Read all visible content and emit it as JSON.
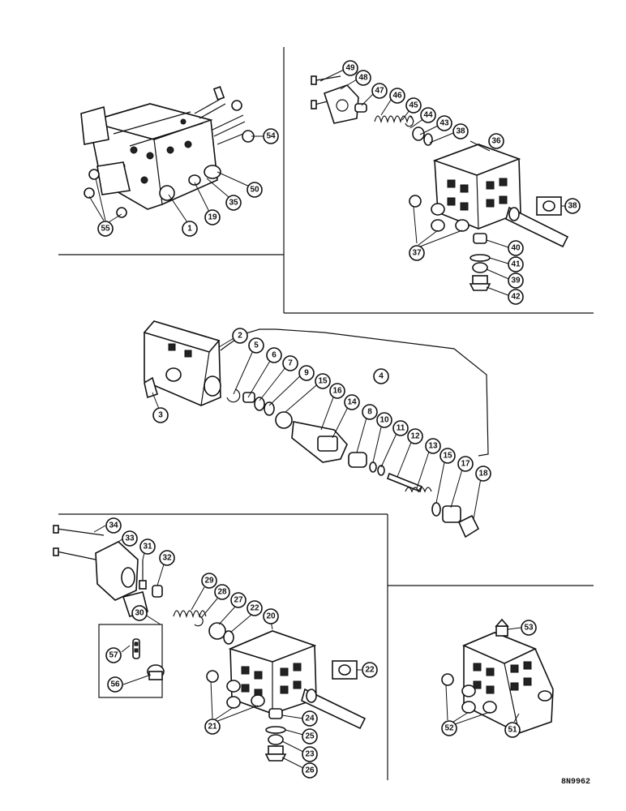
{
  "drawing_code": "8N9962",
  "callouts": {
    "c1": "1",
    "c19": "19",
    "c35": "35",
    "c50": "50",
    "c54": "54",
    "c55": "55",
    "c49": "49",
    "c48": "48",
    "c47": "47",
    "c46": "46",
    "c45": "45",
    "c44": "44",
    "c43": "43",
    "c36": "36",
    "c38a": "38",
    "c38b": "38",
    "c37": "37",
    "c40": "40",
    "c41": "41",
    "c39": "39",
    "c42": "42",
    "c2": "2",
    "c3": "3",
    "c4": "4",
    "c5": "5",
    "c6": "6",
    "c7": "7",
    "c9": "9",
    "c15a": "15",
    "c16": "16",
    "c14": "14",
    "c8": "8",
    "c10": "10",
    "c11": "11",
    "c12": "12",
    "c13": "13",
    "c15b": "15",
    "c17": "17",
    "c18": "18",
    "c34": "34",
    "c33": "33",
    "c31": "31",
    "c32": "32",
    "c29": "29",
    "c28": "28",
    "c27": "27",
    "c22a": "22",
    "c20": "20",
    "c22b": "22",
    "c30": "30",
    "c57": "57",
    "c56": "56",
    "c21": "21",
    "c24": "24",
    "c25": "25",
    "c23": "23",
    "c26": "26",
    "c53": "53",
    "c52": "52",
    "c51": "51"
  }
}
